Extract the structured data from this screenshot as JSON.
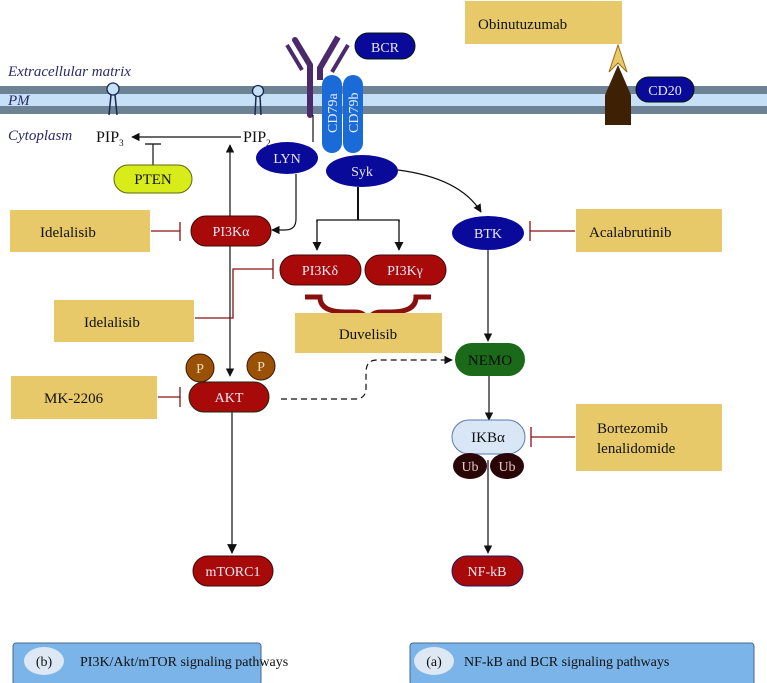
{
  "regions": {
    "extracellular": "Extracellular matrix",
    "pm": "PM",
    "cytoplasm": "Cytoplasm"
  },
  "molecules": {
    "pip3": "PIP",
    "pip3_sub": "3",
    "pip2": "PIP",
    "pip2_sub": "2",
    "pten": "PTEN",
    "bcr": "BCR",
    "cd79a": "CD79a",
    "cd79b": "CD79b",
    "lyn": "LYN",
    "syk": "Syk",
    "pi3ka": "PI3Kα",
    "pi3kd": "PI3Kδ",
    "pi3kg": "PI3Kγ",
    "btk": "BTK",
    "akt": "AKT",
    "p1": "P",
    "p2": "P",
    "nemo": "NEMO",
    "ikba": "IKBα",
    "ub1": "Ub",
    "ub2": "Ub",
    "mtorc1": "mTORC1",
    "nfkb": "NF-kB",
    "cd20": "CD20"
  },
  "drugs": {
    "obinutuzumab": "Obinutuzumab",
    "idelalisib_1": "Idelalisib",
    "idelalisib_2": "Idelalisib",
    "acalabrutinib": "Acalabrutinib",
    "duvelisib": "Duvelisib",
    "mk2206": "MK-2206",
    "bortezomib_line1": "Bortezomib",
    "bortezomib_line2": "lenalidomide"
  },
  "legend": [
    {
      "marker": "(b)",
      "label": "PI3K/Akt/mTOR signaling pathways"
    },
    {
      "marker": "(a)",
      "label": "NF-kB and BCR signaling pathways"
    }
  ],
  "colors": {
    "drug_box": "#e8c96a",
    "dark_blue": "#0a0a9a",
    "cd79": "#1a6ad8",
    "red_node": "#a80a0a",
    "nemo_green": "#1a6a1a",
    "pten": "#d8ec1a",
    "ikba": "#d8e6f6",
    "ub": "#2a0505",
    "p_brown": "#9a5005",
    "membrane_outer": "#6e8296",
    "membrane_inner": "#c6e0f8",
    "antibody": "#4a2a6a",
    "inhibitor": "#8a1010",
    "legend_bg": "#7ab4e8"
  }
}
